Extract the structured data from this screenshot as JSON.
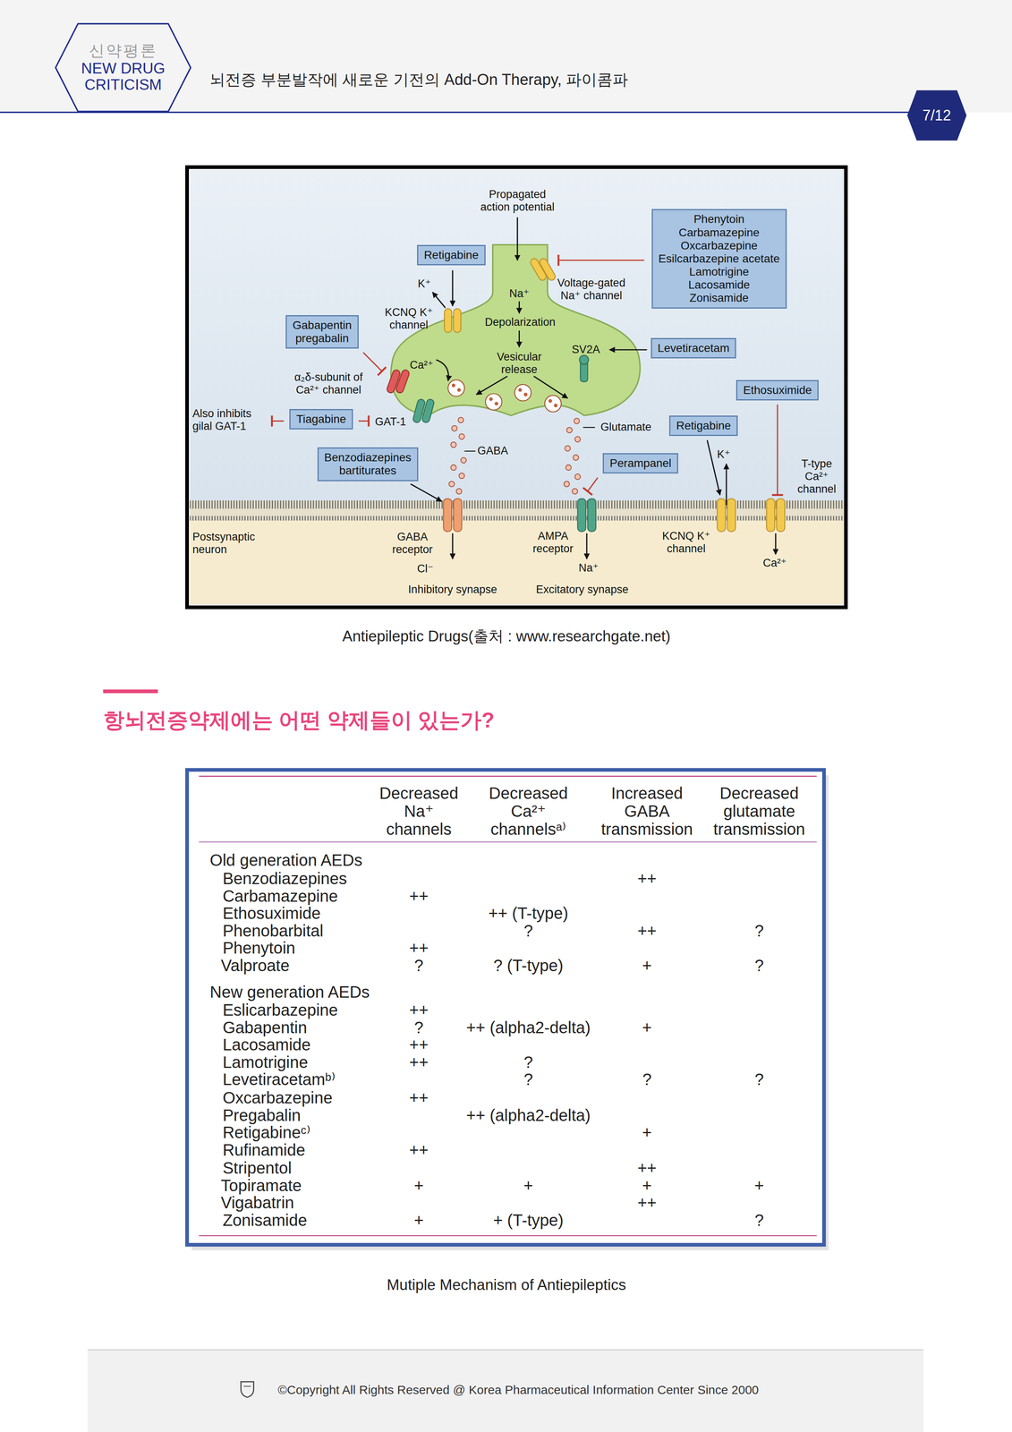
{
  "diagram": {
    "title": "뇌전증 부분발작에 새로운 기전의 Add-On Therapy, 파이콤파",
    "caption": "Antiepileptic Drugs(출처 : www.researchgate.net)",
    "nodes": [
      {
        "text": [
          "신약평론",
          "NEW DRUG CRITICISM"
        ]
      },
      {
        "text": [
          "7/12"
        ]
      },
      {
        "text": [
          "Retigabine"
        ]
      },
      {
        "text": [
          "Phenytoin",
          "Carbamazepine",
          "Oxcarbazepine",
          "Esilcarbazepine acetate",
          "Lamotrigine",
          "Lacosamide",
          "Zonisamide"
        ]
      },
      {
        "text": [
          "Gabapentin pregabalin"
        ]
      },
      {
        "text": [
          "Levetiracetam"
        ]
      },
      {
        "text": [
          "Ethosuximide"
        ]
      },
      {
        "text": [
          "Tiagabine"
        ]
      },
      {
        "text": [
          "Retigabine"
        ]
      },
      {
        "text": [
          "Benzodiazepines bartiturates"
        ]
      },
      {
        "text": [
          "Perampanel"
        ]
      }
    ],
    "labels": [
      "Propagated action potential",
      "Na⁺",
      "K⁺",
      "KCNQ K⁺ channel",
      "Voltage-gated Na⁺ channel",
      "Depolarization",
      "Vesicular release",
      "Ca²⁺",
      "SV2A",
      "α₂δ-subunit of Ca²⁺ channel",
      "Also inhibits gilal GAT-1",
      "GAT-1",
      "Glutamate",
      "GABA",
      "T-type Ca²⁺ channel",
      "K⁺",
      "Postsynaptic neuron",
      "GABA receptor",
      "Cl⁻",
      "AMPA receptor",
      "Na⁺",
      "KCNQ K⁺ channel",
      "Ca²⁺",
      "Inhibitory synapse",
      "Excitatory synapse",
      "항뇌전증약제에는 어떤 약제들이 있는가?",
      "Decreased Na⁺ channels",
      "Decreased Ca²⁺ channelsᵃ⁾",
      "Increased GABA transmission",
      "Decreased glutamate transmission",
      "Old generation AEDs",
      "Benzodiazepines",
      "++",
      "Carbamazepine",
      "++",
      "Ethosuximide",
      "++ (T-type)",
      "Phenobarbital",
      "?",
      "++",
      "?",
      "Phenytoin",
      "++",
      "Valproate",
      "?",
      "? (T-type)",
      "+",
      "?",
      "New generation AEDs",
      "Eslicarbazepine",
      "++",
      "Gabapentin",
      "?",
      "++ (alpha2-delta)",
      "+",
      "Lacosamide",
      "++",
      "Lamotrigine",
      "++",
      "?",
      "Levetiracetamᵇ⁾",
      "?",
      "?",
      "?",
      "Oxcarbazepine",
      "++",
      "Pregabalin",
      "++ (alpha2-delta)",
      "Retigabineᶜ⁾",
      "+",
      "Rufinamide",
      "++",
      "Stripentol",
      "++",
      "Topiramate",
      "+",
      "+",
      "+",
      "+",
      "Vigabatrin",
      "++",
      "Zonisamide",
      "+",
      "+ (T-type)",
      "?",
      "Mutiple Mechanism of Antiepileptics",
      "©Copyright All Rights Reserved @ Korea Pharmaceutical Information Center Since 2000"
    ]
  }
}
